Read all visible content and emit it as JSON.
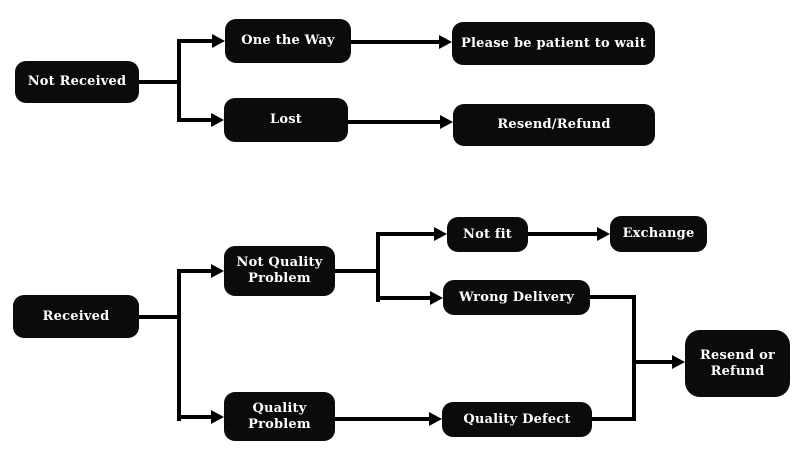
{
  "diagram": {
    "type": "flowchart",
    "colors": {
      "background": "#ffffff",
      "node_fill": "#0b0b0b",
      "node_text": "#ffffff",
      "connector": "#000000"
    }
  },
  "nodes": {
    "not_received": {
      "label": "Not Received"
    },
    "one_the_way": {
      "label": "One the Way"
    },
    "lost": {
      "label": "Lost"
    },
    "please_wait": {
      "label": "Please be patient to wait"
    },
    "resend_refund": {
      "label": "Resend/Refund"
    },
    "received": {
      "label": "Received"
    },
    "not_quality_problem": {
      "label": "Not Quality Problem"
    },
    "quality_problem": {
      "label": "Quality Problem"
    },
    "not_fit": {
      "label": "Not fit"
    },
    "exchange": {
      "label": "Exchange"
    },
    "wrong_delivery": {
      "label": "Wrong Delivery"
    },
    "quality_defect": {
      "label": "Quality Defect"
    },
    "resend_or_refund": {
      "label": "Resend or Refund"
    }
  },
  "edges": [
    {
      "from": "Not Received",
      "to": "One the Way"
    },
    {
      "from": "Not Received",
      "to": "Lost"
    },
    {
      "from": "One the Way",
      "to": "Please be patient to wait"
    },
    {
      "from": "Lost",
      "to": "Resend/Refund"
    },
    {
      "from": "Received",
      "to": "Not Quality Problem"
    },
    {
      "from": "Received",
      "to": "Quality Problem"
    },
    {
      "from": "Not Quality Problem",
      "to": "Not fit"
    },
    {
      "from": "Not Quality Problem",
      "to": "Wrong Delivery"
    },
    {
      "from": "Not fit",
      "to": "Exchange"
    },
    {
      "from": "Quality Problem",
      "to": "Quality Defect"
    },
    {
      "from": "Wrong Delivery",
      "to": "Resend or Refund"
    },
    {
      "from": "Quality Defect",
      "to": "Resend or Refund"
    }
  ]
}
